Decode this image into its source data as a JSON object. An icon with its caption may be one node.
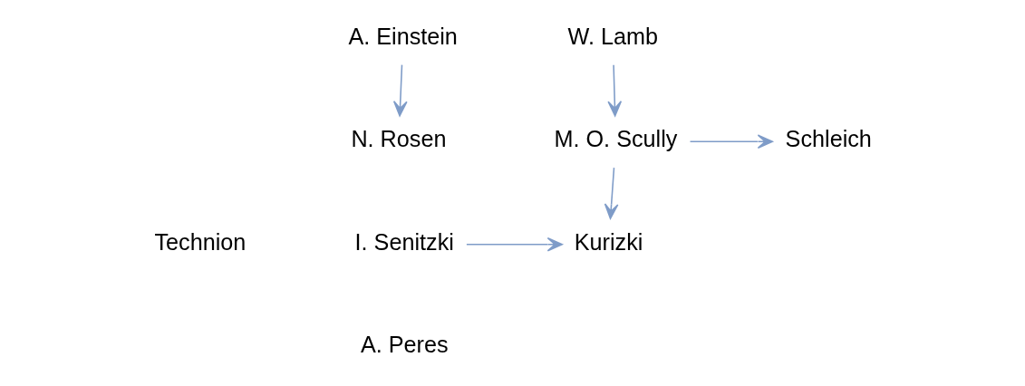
{
  "diagram": {
    "nodes": [
      {
        "text": [
          "A. Einstein"
        ]
      },
      {
        "text": [
          "W. Lamb"
        ]
      },
      {
        "text": [
          "N. Rosen"
        ]
      },
      {
        "text": [
          "I. Senitzki"
        ]
      },
      {
        "text": [
          "A. Peres"
        ]
      },
      {
        "text": [
          "M. O. Scully"
        ]
      },
      {
        "text": [
          "Schleich"
        ]
      },
      {
        "text": [
          "Kurizki"
        ]
      }
    ],
    "edges": [
      {
        "from": 0,
        "to": 2,
        "arrow": "to"
      },
      {
        "from": 1,
        "to": 5,
        "arrow": "to"
      },
      {
        "from": 5,
        "to": 6,
        "arrow": "to"
      },
      {
        "from": 5,
        "to": 7,
        "arrow": "to"
      },
      {
        "from": 3,
        "to": 7,
        "arrow": "to"
      }
    ],
    "labels": [
      "Technion"
    ]
  }
}
